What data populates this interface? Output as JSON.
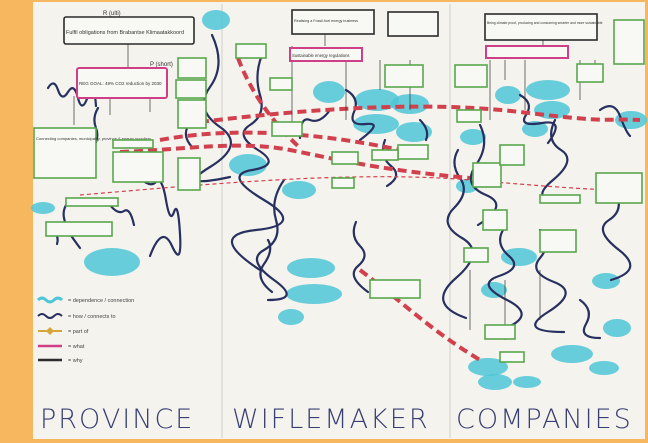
{
  "columns": {
    "province": "PROVINCE",
    "wiflemaker": "WIFLEMAKER",
    "companies": "COMPANIES"
  },
  "top_header_label": "R (ulti)",
  "top_header_text": "Fulfil obligations from Brabantse Klimaatakkoord",
  "reg_goal_label": "P (short)",
  "reg_goal_text": "REG GOAL: 49% CO2 reduction by 2030",
  "legend": [
    {
      "label": "= dependence / connection",
      "color": "#4fc6d6"
    },
    {
      "label": "= how / connects to",
      "color": "#283060"
    },
    {
      "label": "= part of",
      "color": "#d6a63a"
    },
    {
      "label": "= what",
      "color": "#cf3f86"
    },
    {
      "label": "= why",
      "color": "#2b2b2b"
    }
  ],
  "boxes": {
    "province_main": "Connecting companies, municipality, province & energy suppliers",
    "wiflemaker_top": "Realising a Fossil-fuel energy business",
    "wiflemaker_mid": "Sustainable energy regulations",
    "companies_top": "Being climate proof, producing and consuming smarter and more sustainable"
  },
  "colors": {
    "background": "#f6b75e",
    "cloud": "#4fc6d6",
    "wavy": "#283060",
    "dashed": "#d2404d",
    "green_box": "#58a74c",
    "pink_box": "#cf3f86"
  }
}
